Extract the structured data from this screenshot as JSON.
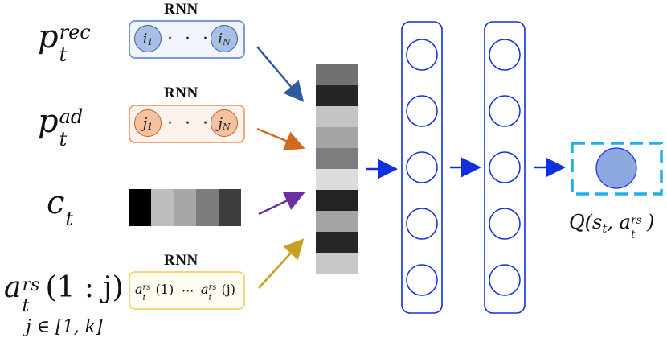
{
  "rnn_title": "RNN",
  "inputs": {
    "p_rec": {
      "base": "p",
      "sub": "t",
      "sup": "rec"
    },
    "p_ad": {
      "base": "p",
      "sub": "t",
      "sup": "ad"
    },
    "c": {
      "base": "c",
      "sub": "t"
    },
    "a_rs": {
      "base": "a",
      "sub": "t",
      "sup": "rs",
      "arg": "(1 : j)",
      "note": "j ∈ [1, k]"
    }
  },
  "rnn_rec": {
    "first": "i",
    "first_sub": "1",
    "last": "i",
    "last_sub": "N",
    "dots": "· · ·"
  },
  "rnn_ad": {
    "first": "j",
    "first_sub": "1",
    "last": "j",
    "last_sub": "N",
    "dots": "· · ·"
  },
  "rnn_rs": {
    "first": "a",
    "first_sup": "rs",
    "first_sub": "t",
    "first_arg": "(1)",
    "dots": "···",
    "last": "a",
    "last_sup": "rs",
    "last_sub": "t",
    "last_arg": "(j)"
  },
  "output": {
    "label_prefix": "Q(s",
    "label_sub": "t",
    "label_mid": ", a",
    "label_sup": "rs",
    "label_sub2": "t",
    "label_suffix": ")"
  },
  "colors": {
    "rec_fill": "#f1f5fb",
    "rec_border": "#7b9bd0",
    "rec_node": "#a8c0e6",
    "rec_node_border": "#3a5d9c",
    "ad_fill": "#fdf3ec",
    "ad_border": "#eca87c",
    "ad_node": "#f5c2a0",
    "ad_node_border": "#c0602a",
    "rs_fill": "#fffdf1",
    "rs_border": "#f1d77a",
    "arrow_rec": "#2f5a9e",
    "arrow_ad": "#cf6a1f",
    "arrow_c": "#6a2fa0",
    "arrow_rs": "#c8a020",
    "net_blue": "#1030e0",
    "output_dash": "#22aee6",
    "output_node": "#8ea8e0"
  },
  "context_cells": [
    "#000000",
    "#bdbdbd",
    "#a8a6a6",
    "#7c7c7c",
    "#3d3d3d"
  ],
  "state_cells": [
    "#737070",
    "#252525",
    "#c4c4c4",
    "#a6a4a4",
    "#7d7d7d",
    "#dcdcdc",
    "#232323",
    "#a5a3a3",
    "#262626",
    "#c8c8c8"
  ],
  "hidden_layers": [
    {
      "nodes": 5
    },
    {
      "nodes": 5
    }
  ]
}
